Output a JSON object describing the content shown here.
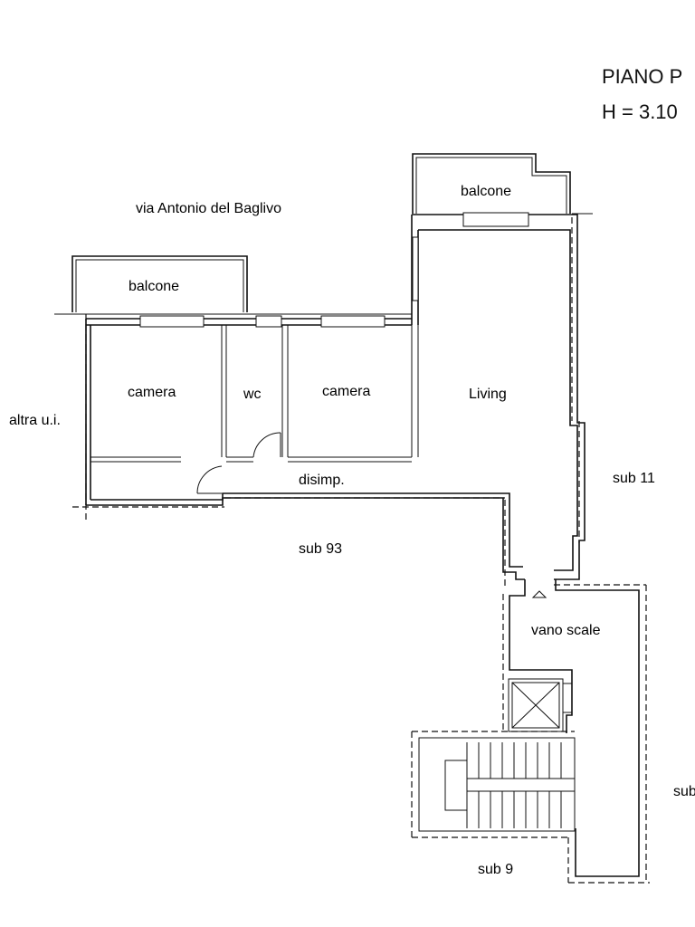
{
  "header": {
    "line1": "PIANO P",
    "line2": "H = 3.10"
  },
  "labels": {
    "street": "via Antonio del Baglivo",
    "balcony_left": "balcone",
    "balcony_right": "balcone",
    "camera_left": "camera",
    "wc": "wc",
    "camera_right": "camera",
    "living": "Living",
    "disimp": "disimp.",
    "altra": "altra u.i.",
    "sub11": "sub 11",
    "sub93": "sub 93",
    "vano_scale": "vano scale",
    "sub9": "sub 9",
    "sub_right": "sub"
  }
}
